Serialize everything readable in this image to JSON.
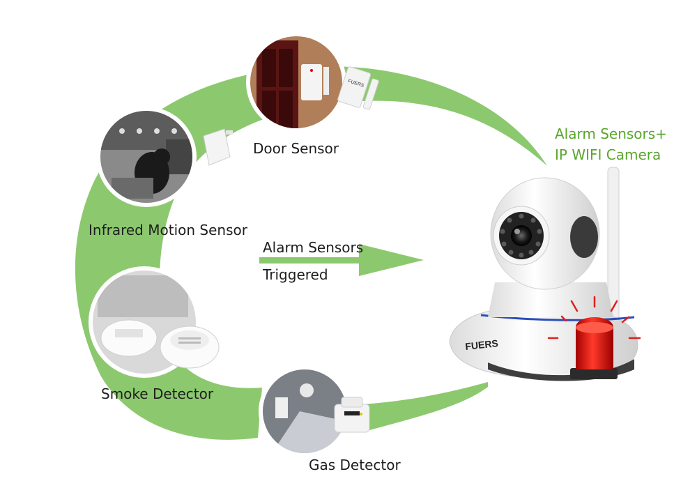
{
  "title": {
    "line1": "Alarm Sensors+",
    "line2": "IP WIFI Camera"
  },
  "flow": {
    "line1": "Alarm Sensors",
    "line2": "Triggered"
  },
  "sensors": {
    "door": "Door Sensor",
    "motion": "Infrared Motion Sensor",
    "smoke": "Smoke Detector",
    "gas": "Gas Detector"
  },
  "brand": "FUERS",
  "colors": {
    "green": "#8cc96e",
    "title_green": "#5aa62c",
    "siren_red": "#e0201e",
    "camera_white": "#f2f2f2",
    "camera_dark": "#4a4a4a"
  }
}
